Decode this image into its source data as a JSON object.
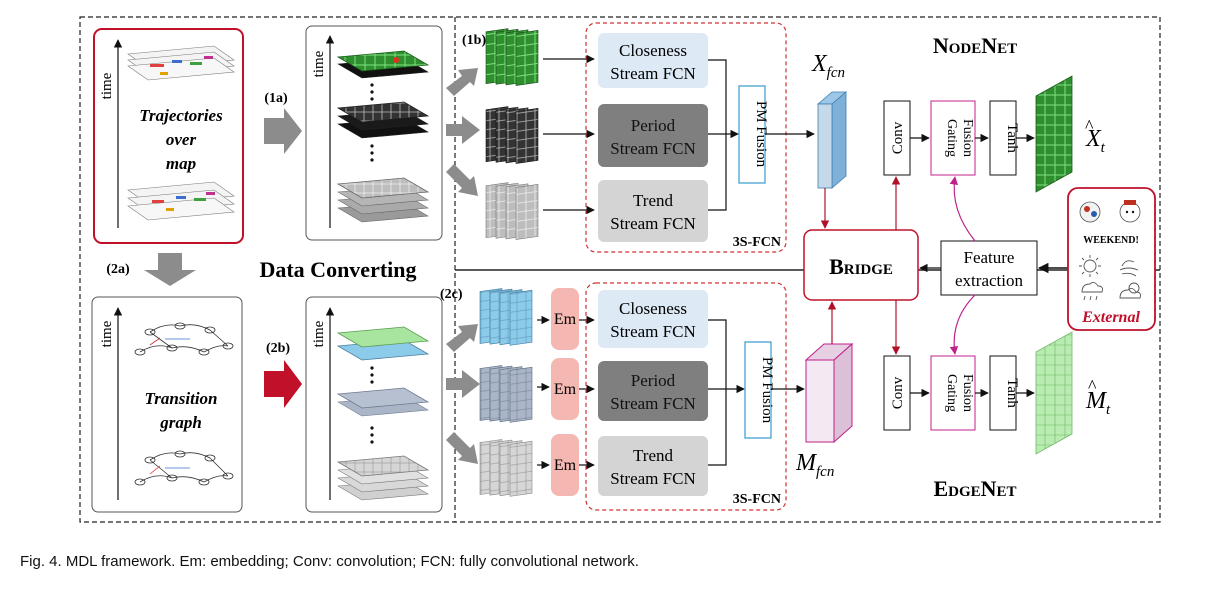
{
  "labels": {
    "trajectories": [
      "Trajectories",
      "over",
      "map"
    ],
    "transition": [
      "Transition",
      "graph"
    ],
    "time": "time",
    "data_converting": "Data Converting",
    "step_1a": "(1a)",
    "step_1b": "(1b)",
    "step_2a": "(2a)",
    "step_2b": "(2b)",
    "step_2c": "(2c)",
    "closeness": [
      "Closeness",
      "Stream FCN"
    ],
    "period": [
      "Period",
      "Stream FCN"
    ],
    "trend": [
      "Trend",
      "Stream FCN"
    ],
    "pm_fusion": "PM Fusion",
    "three_s_fcn": "3S-FCN",
    "em": "Em",
    "x_fcn": "X",
    "x_fcn_sub": "fcn",
    "m_fcn": "M",
    "m_fcn_sub": "fcn",
    "nodenet": "NodeNet",
    "edgenet": "EdgeNet",
    "bridge": "Bridge",
    "feature_extraction": [
      "Feature",
      "extraction"
    ],
    "conv": "Conv",
    "gating_fusion": [
      "Gating",
      "Fusion"
    ],
    "tanh": "Tanh",
    "x_hat": "X",
    "x_hat_sub": "t",
    "m_hat": "M",
    "m_hat_sub": "t",
    "external": "External",
    "weekend": "WEEKEND!"
  },
  "caption": "Fig. 4. MDL framework. Em: embedding; Conv: convolution; FCN: fully convolutional network.",
  "colors": {
    "closeness_fill": "#dde9f5",
    "period_fill": "#7f7f7f",
    "trend_fill": "#d4d4d4",
    "em_fill": "#f5b7b1",
    "accent_red": "#c0102a",
    "magenta": "#c0208a",
    "arrow_gray": "#8c8c8c",
    "green_map": "#2a9a2a",
    "light_green": "#a8e6a0",
    "blue_map": "#8ccbea",
    "node_box": "#c5d9ea"
  }
}
